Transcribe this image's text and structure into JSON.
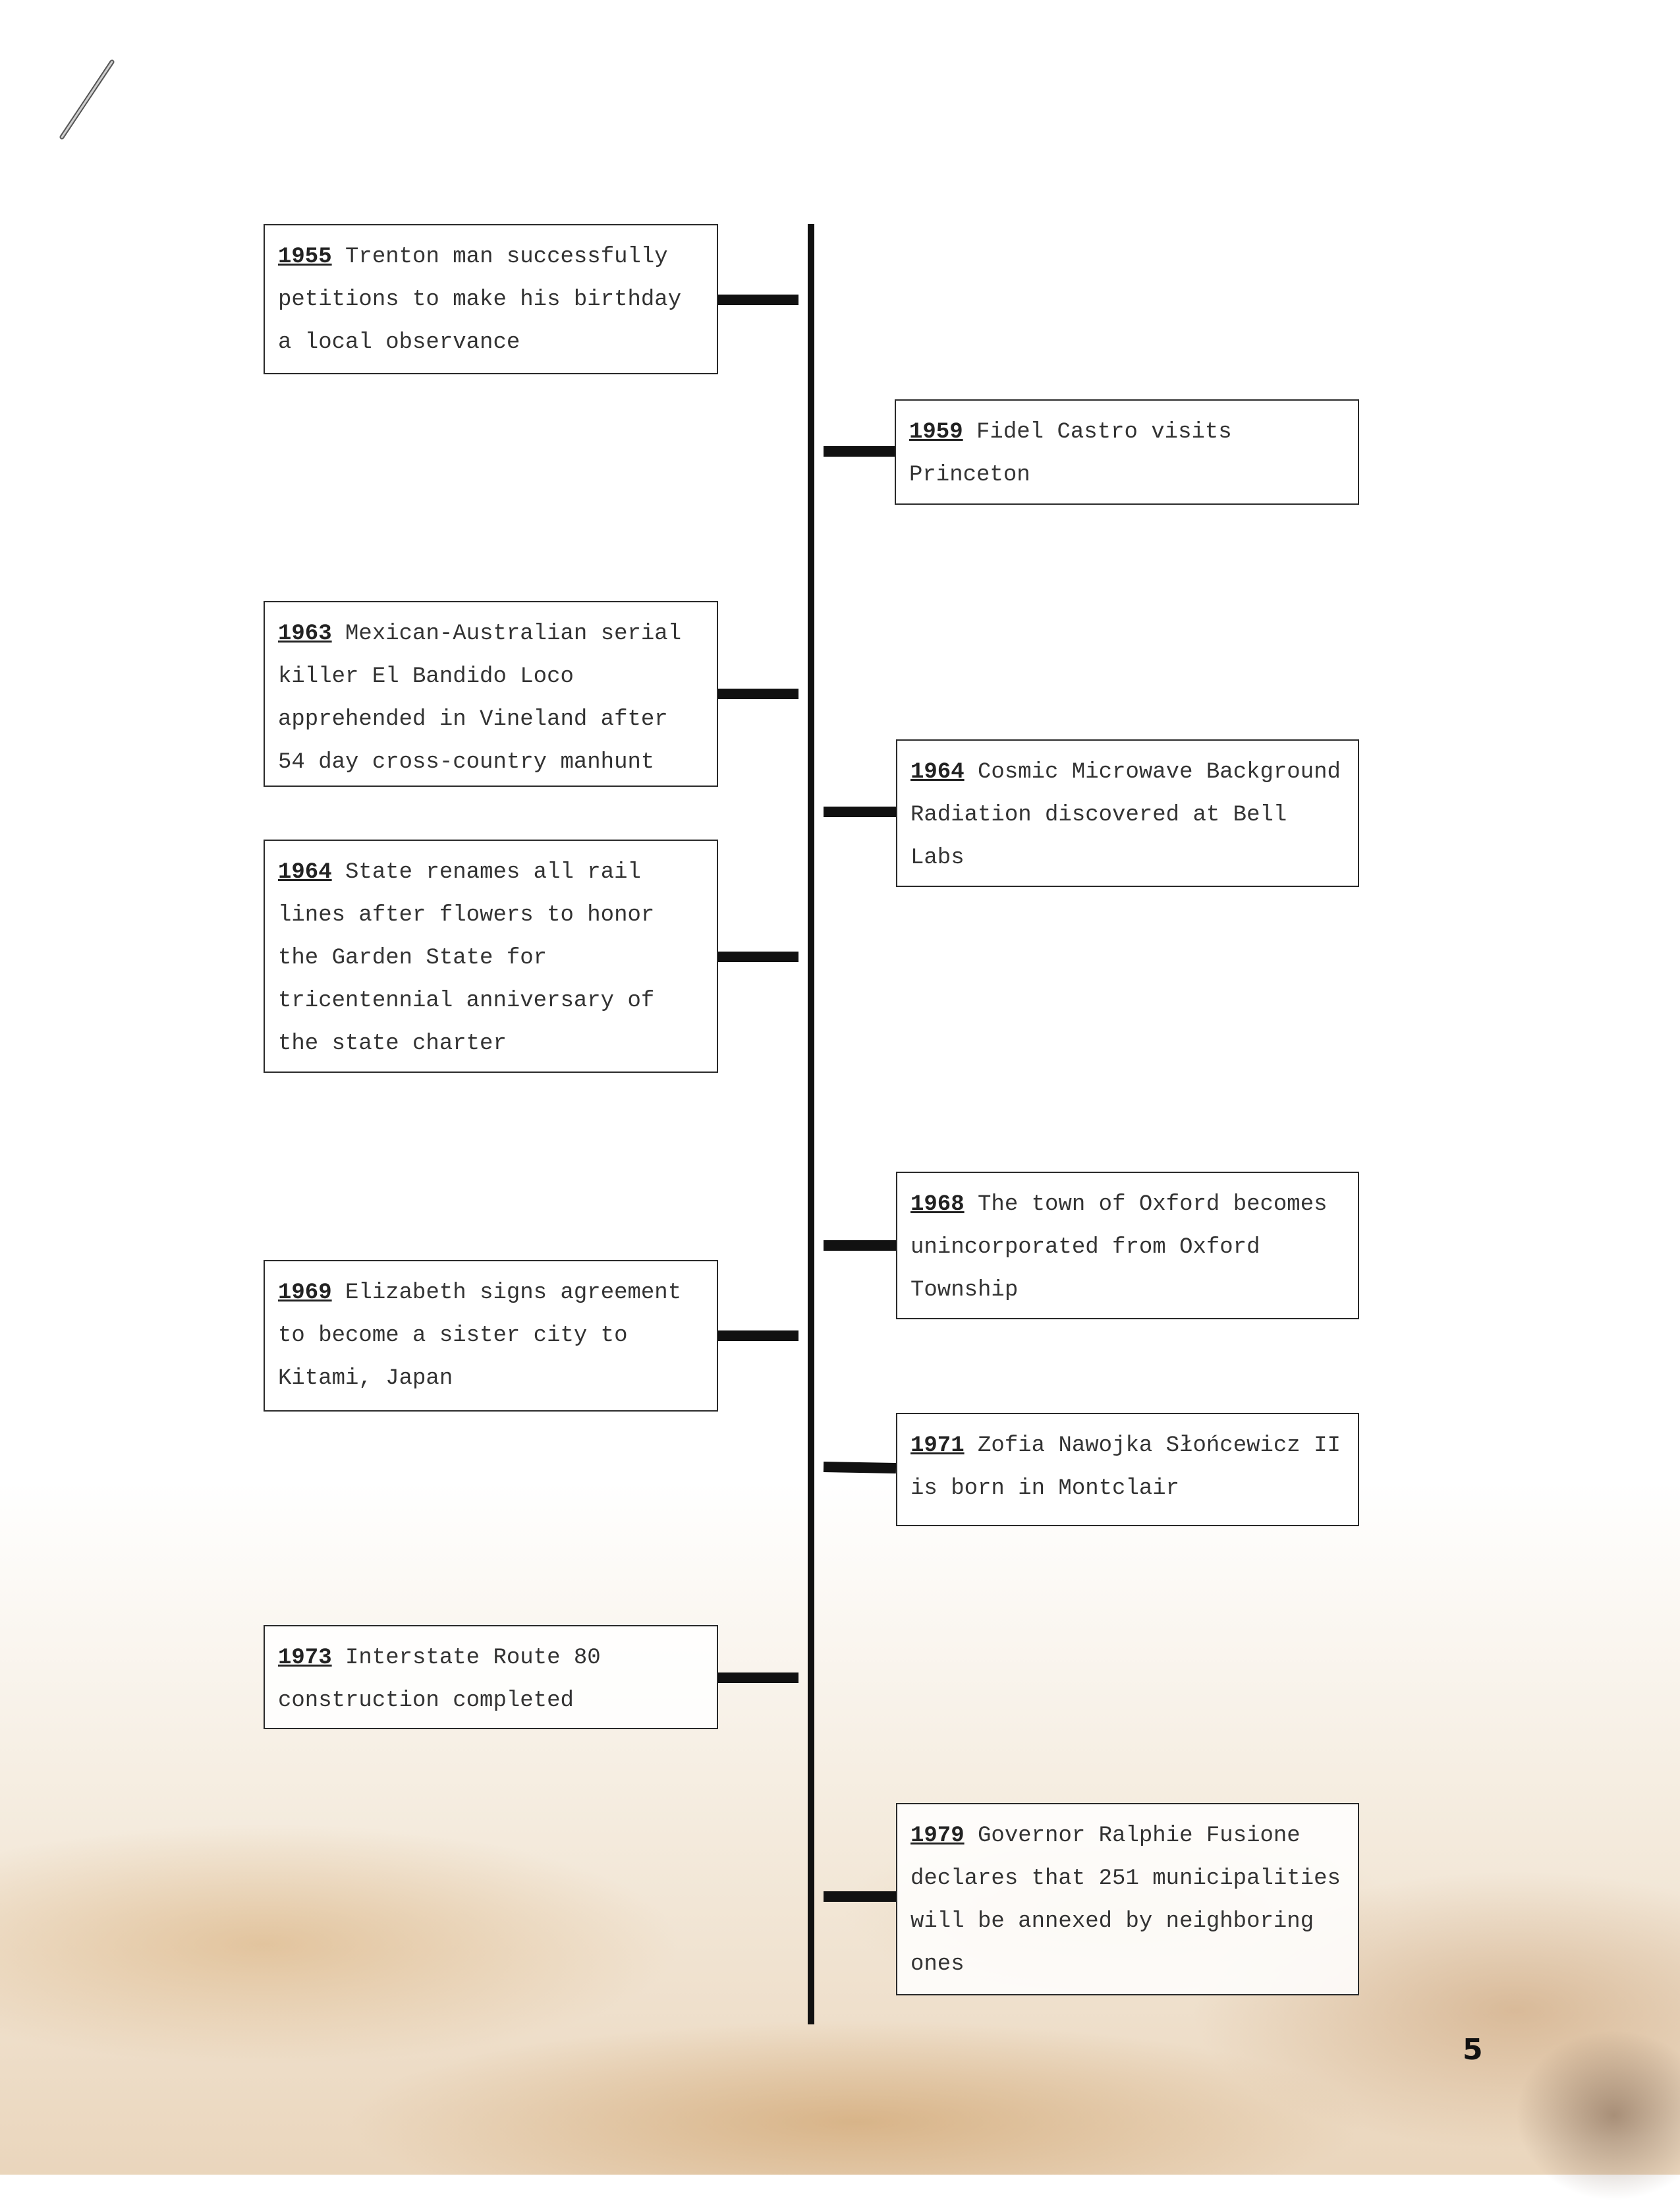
{
  "timeline": {
    "events": [
      {
        "year": "1955",
        "text": "Trenton man successfully petitions to make his birthday a local observance"
      },
      {
        "year": "1959",
        "text": "Fidel Castro visits Princeton"
      },
      {
        "year": "1963",
        "text": "Mexican-Australian serial killer El Bandido Loco apprehended in Vineland after 54 day cross-country manhunt"
      },
      {
        "year": "1964",
        "text": "Cosmic Microwave Background Radiation discovered at Bell Labs"
      },
      {
        "year": "1964",
        "text": "State renames all rail lines after flowers to honor the Garden State for tricentennial anniversary of the state charter"
      },
      {
        "year": "1968",
        "text": "The town of Oxford becomes unincorporated from Oxford Township"
      },
      {
        "year": "1969",
        "text": "Elizabeth signs agreement to become a sister city to Kitami, Japan"
      },
      {
        "year": "1971",
        "text": "Zofia Nawojka Słońcewicz II is born in Montclair"
      },
      {
        "year": "1973",
        "text": "Interstate Route 80 construction completed"
      },
      {
        "year": "1979",
        "text": "Governor Ralphie Fusione declares that 251 municipalities will be annexed by neighboring ones"
      }
    ]
  },
  "page": {
    "number": "5"
  }
}
